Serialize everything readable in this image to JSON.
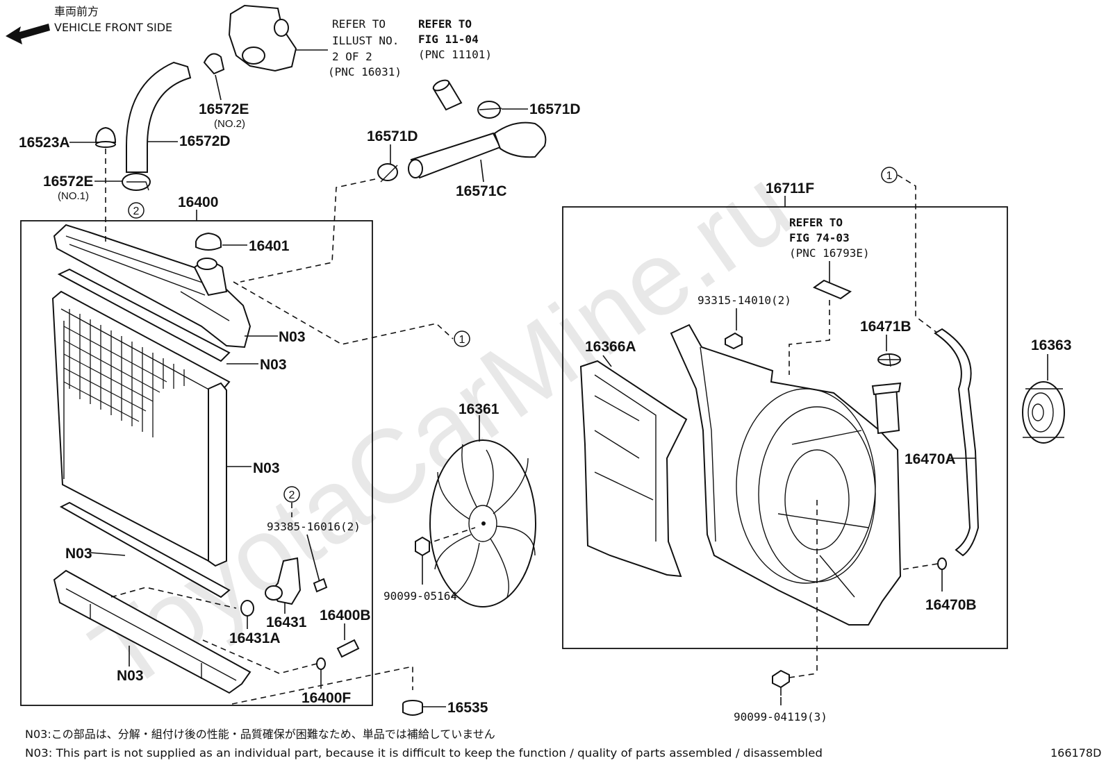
{
  "header": {
    "direction_jp": "車両前方",
    "direction_en": "VEHICLE FRONT SIDE"
  },
  "refs": {
    "illust": [
      "REFER TO",
      "ILLUST NO.",
      "2 OF 2",
      "(PNC 16031)"
    ],
    "fig_11_04": [
      "REFER TO",
      "FIG 11-04",
      "(PNC 11101)"
    ],
    "fig_74_03": [
      "REFER TO",
      "FIG 74-03",
      "(PNC 16793E)"
    ]
  },
  "parts": {
    "p16572E_no2": "16572E",
    "p16572E_no2_sub": "(NO.2)",
    "p16572D": "16572D",
    "p16523A": "16523A",
    "p16572E_no1": "16572E",
    "p16572E_no1_sub": "(NO.1)",
    "p16571D_top": "16571D",
    "p16571D_mid": "16571D",
    "p16571C": "16571C",
    "p16400": "16400",
    "p16401": "16401",
    "n03_1": "N03",
    "n03_2": "N03",
    "n03_3": "N03",
    "n03_4": "N03",
    "n03_5": "N03",
    "p93385": "93385-16016(2)",
    "p16431": "16431",
    "p16431A": "16431A",
    "p16400B": "16400B",
    "p16400F": "16400F",
    "p16535": "16535",
    "p16361": "16361",
    "p90099_05164": "90099-05164",
    "p16711F": "16711F",
    "p93315": "93315-14010(2)",
    "p16471B": "16471B",
    "p16366A": "16366A",
    "p16470A": "16470A",
    "p16470B": "16470B",
    "p16363": "16363",
    "p90099_04119": "90099-04119(3)"
  },
  "markers": {
    "one": "1",
    "two": "2"
  },
  "notes": {
    "jp": "N03:この部品は、分解・組付け後の性能・品質確保が困難なため、単品では補給していません",
    "en": "N03: This part is not supplied as an individual part, because it is difficult to keep the function / quality of parts assembled / disassembled"
  },
  "illustration_id": "166178D",
  "watermark": "ToyotaCarMine.ru"
}
